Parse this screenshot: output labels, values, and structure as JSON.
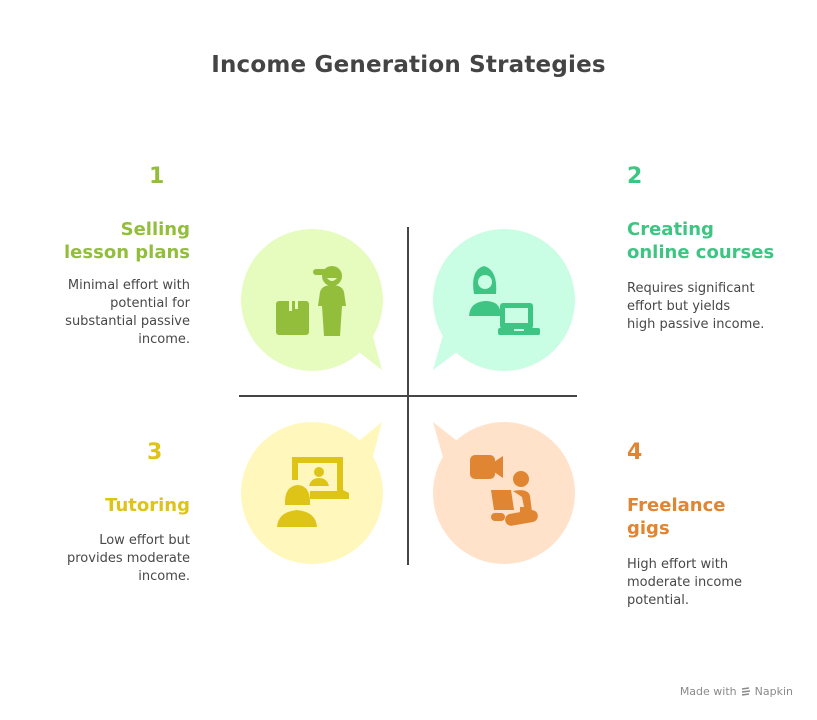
{
  "title": "Income Generation Strategies",
  "colors": {
    "q1_fill": "#E6FCBE",
    "q1_accent": "#92BE3C",
    "q2_fill": "#C9FDE4",
    "q2_accent": "#3EC583",
    "q3_fill": "#FFF7BB",
    "q3_accent": "#DDC416",
    "q4_fill": "#FFE2C9",
    "q4_accent": "#E08531",
    "axis": "#454545",
    "text": "#484848"
  },
  "quadrants": [
    {
      "number": "1",
      "heading_line1": "Selling",
      "heading_line2": "lesson plans",
      "desc_line1": "Minimal effort with",
      "desc_line2": "potential for",
      "desc_line3": "substantial passive",
      "desc_line4": "income.",
      "icon": "delivery-person-with-box-icon"
    },
    {
      "number": "2",
      "heading_line1": "Creating",
      "heading_line2": "online courses",
      "desc_line1": "Requires significant",
      "desc_line2": "effort but yields",
      "desc_line3": "high passive income.",
      "icon": "woman-with-laptop-icon"
    },
    {
      "number": "3",
      "heading_line1": "Tutoring",
      "desc_line1": "Low effort but",
      "desc_line2": "provides moderate",
      "desc_line3": "income.",
      "icon": "online-tutoring-icon"
    },
    {
      "number": "4",
      "heading_line1": "Freelance",
      "heading_line2": "gigs",
      "desc_line1": "High effort with",
      "desc_line2": "moderate income",
      "desc_line3": "potential.",
      "icon": "video-freelancer-icon"
    }
  ],
  "footer": {
    "made_with": "Made with",
    "brand": "Napkin"
  }
}
